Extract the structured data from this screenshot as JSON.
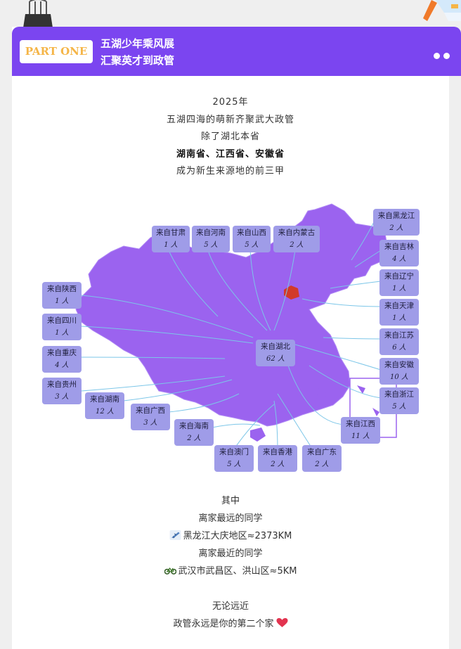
{
  "header": {
    "badge": "PART ONE",
    "title_line1": "五湖少年乘风展",
    "title_line2": "汇聚英才到政管"
  },
  "intro": {
    "year": "2025年",
    "line2": "五湖四海的萌新齐聚武大政管",
    "line3": "除了湖北本省",
    "line4": "湖南省、江西省、安徽省",
    "line5": "成为新生来源地的前三甲"
  },
  "provinces": [
    {
      "name": "来自甘肃",
      "count": "1 人"
    },
    {
      "name": "来自河南",
      "count": "5 人"
    },
    {
      "name": "来自山西",
      "count": "5 人"
    },
    {
      "name": "来自内蒙古",
      "count": "2 人"
    },
    {
      "name": "来自黑龙江",
      "count": "2 人"
    },
    {
      "name": "来自吉林",
      "count": "4 人"
    },
    {
      "name": "来自辽宁",
      "count": "1 人"
    },
    {
      "name": "来自天津",
      "count": "1 人"
    },
    {
      "name": "来自江苏",
      "count": "6 人"
    },
    {
      "name": "来自安徽",
      "count": "10 人"
    },
    {
      "name": "来自浙江",
      "count": "5 人"
    },
    {
      "name": "来自江西",
      "count": "11 人"
    },
    {
      "name": "来自广东",
      "count": "2 人"
    },
    {
      "name": "来自香港",
      "count": "2 人"
    },
    {
      "name": "来自澳门",
      "count": "5 人"
    },
    {
      "name": "来自海南",
      "count": "2 人"
    },
    {
      "name": "来自广西",
      "count": "3 人"
    },
    {
      "name": "来自湖南",
      "count": "12 人"
    },
    {
      "name": "来自贵州",
      "count": "3 人"
    },
    {
      "name": "来自重庆",
      "count": "4 人"
    },
    {
      "name": "来自四川",
      "count": "1 人"
    },
    {
      "name": "来自陕西",
      "count": "1 人"
    },
    {
      "name": "来自湖北",
      "count": "62 人"
    }
  ],
  "outro": {
    "line1": "其中",
    "line2": "离家最远的同学",
    "line3": "黑龙江大庆地区≈2373KM",
    "line4": "离家最近的同学",
    "line5": "武汉市武昌区、洪山区≈5KM",
    "line6": "无论远近",
    "line7": "政管永远是你的第二个家"
  },
  "colors": {
    "header": "#7b45f0",
    "map": "#9b63ef",
    "label": "#9f9ce8",
    "beijing": "#d23a2a",
    "badge_text": "#f5b547"
  },
  "icons": [
    "binder-clip-icon",
    "party-flag-icon",
    "airplane-icon",
    "bicycle-icon",
    "heart-icon"
  ]
}
